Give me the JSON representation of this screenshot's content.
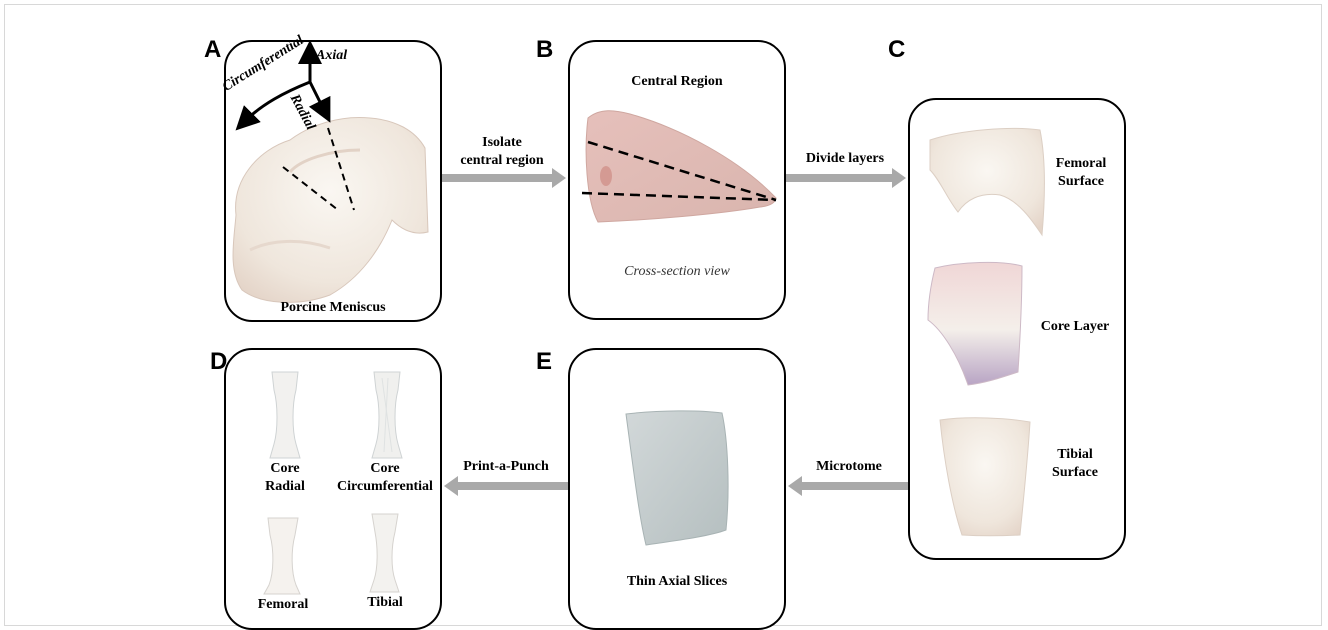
{
  "panels": {
    "a": {
      "letter": "A",
      "caption": "Porcine Meniscus",
      "axis_axial": "Axial",
      "axis_circumferential": "Circumferential",
      "axis_radial": "Radial"
    },
    "b": {
      "letter": "B",
      "title": "Central Region",
      "caption": "Cross-section view"
    },
    "c": {
      "letter": "C",
      "femoral": "Femoral\nSurface",
      "core": "Core Layer",
      "tibial": "Tibial\nSurface"
    },
    "d": {
      "letter": "D",
      "core_radial": "Core\nRadial",
      "core_circ": "Core\nCircumferential",
      "femoral": "Femoral",
      "tibial": "Tibial"
    },
    "e": {
      "letter": "E",
      "caption": "Thin Axial Slices"
    }
  },
  "arrows": {
    "isolate": "Isolate\ncentral region",
    "divide": "Divide layers",
    "microtome": "Microtome",
    "punch": "Print-a-Punch"
  },
  "colors": {
    "arrow": "#a9a9a9",
    "tissue": "#efe9e2",
    "pink_tissue": "#e3c4c0",
    "slice": "#c4cccd"
  }
}
